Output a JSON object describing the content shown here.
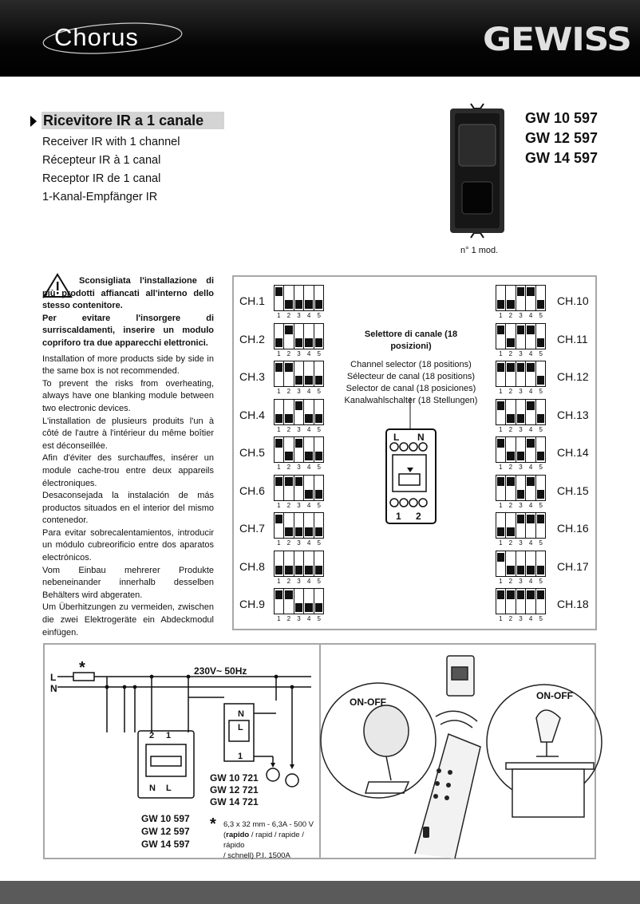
{
  "header": {
    "brand_left": "Chorus",
    "brand_right": "GEWISS"
  },
  "product": {
    "title": "Ricevitore IR a 1 canale",
    "subtitles": [
      "Receiver IR with 1 channel",
      "Récepteur IR à 1 canal",
      "Receptor IR de 1 canal",
      "1-Kanal-Empfänger IR"
    ],
    "codes": [
      "GW 10 597",
      "GW 12 597",
      "GW 14 597"
    ],
    "module_caption": "n° 1 mod."
  },
  "warning": {
    "bold": [
      "Sconsigliata l'installazione di più prodotti affiancati all'interno dello stesso contenitore.",
      "Per evitare l'insorgere di surriscaldamenti, inserire un modulo copriforo tra due apparecchi elettronici."
    ],
    "lines": [
      "Installation of more products side by side in the same box is not recommended.",
      "To prevent the risks from overheating, always have one blanking module between two electronic devices.",
      "L'installation de plusieurs produits l'un à côté de l'autre à l'intérieur du même boîtier est déconseillée.",
      "Afin d'éviter des surchauffes, insérer un module cache-trou entre deux appareils électroniques.",
      "Desaconsejada la instalación de más productos situados en el interior del mismo contenedor.",
      "Para evitar sobrecalentamientos, introducir un módulo cubreorificio entre dos aparatos electrónicos.",
      "Vom Einbau mehrerer Produkte nebeneinander innerhalb desselben Behälters wird abgeraten.",
      "Um Überhitzungen zu vermeiden, zwischen die zwei Elektrogeräte ein Abdeckmodul einfügen."
    ]
  },
  "selector": {
    "title": "Selettore di canale (18 posizioni)",
    "lines": [
      "Channel selector (18 positions)",
      "Sélecteur de canal (18 positions)",
      "Selector de canal (18 posiciones)",
      "Kanalwahlschalter (18 Stellungen)"
    ],
    "switch_numbers": [
      "1",
      "2",
      "3",
      "4",
      "5"
    ],
    "terminal_L": "L",
    "terminal_N": "N",
    "terminal_1": "1",
    "terminal_2": "2"
  },
  "channels_left": [
    {
      "label": "CH.1",
      "bits": [
        1,
        0,
        0,
        0,
        0
      ]
    },
    {
      "label": "CH.2",
      "bits": [
        0,
        1,
        0,
        0,
        0
      ]
    },
    {
      "label": "CH.3",
      "bits": [
        1,
        1,
        0,
        0,
        0
      ]
    },
    {
      "label": "CH.4",
      "bits": [
        0,
        0,
        1,
        0,
        0
      ]
    },
    {
      "label": "CH.5",
      "bits": [
        1,
        0,
        1,
        0,
        0
      ]
    },
    {
      "label": "CH.6",
      "bits": [
        1,
        1,
        1,
        0,
        0
      ]
    },
    {
      "label": "CH.7",
      "bits": [
        1,
        0,
        0,
        0,
        0
      ]
    },
    {
      "label": "CH.8",
      "bits": [
        0,
        0,
        0,
        0,
        0
      ]
    },
    {
      "label": "CH.9",
      "bits": [
        1,
        1,
        0,
        0,
        0
      ]
    }
  ],
  "channels_right": [
    {
      "label": "CH.10",
      "bits": [
        0,
        0,
        1,
        1,
        0
      ]
    },
    {
      "label": "CH.11",
      "bits": [
        1,
        0,
        1,
        1,
        0
      ]
    },
    {
      "label": "CH.12",
      "bits": [
        1,
        1,
        1,
        1,
        0
      ]
    },
    {
      "label": "CH.13",
      "bits": [
        1,
        0,
        0,
        1,
        0
      ]
    },
    {
      "label": "CH.14",
      "bits": [
        1,
        0,
        0,
        1,
        0
      ]
    },
    {
      "label": "CH.15",
      "bits": [
        1,
        1,
        0,
        1,
        0
      ]
    },
    {
      "label": "CH.16",
      "bits": [
        0,
        0,
        1,
        1,
        1
      ]
    },
    {
      "label": "CH.17",
      "bits": [
        1,
        0,
        0,
        0,
        0
      ]
    },
    {
      "label": "CH.18",
      "bits": [
        1,
        1,
        1,
        1,
        1
      ]
    }
  ],
  "wiring": {
    "L": "L",
    "N": "N",
    "fuse_mark": "*",
    "supply": "230V~ 50Hz",
    "rx_codes": [
      "GW 10 597",
      "GW 12 597",
      "GW 14 597"
    ],
    "act_codes": [
      "GW 10 721",
      "GW 12 721",
      "GW 14 721"
    ],
    "act_N": "N",
    "act_L": "L",
    "act_1": "1",
    "rx_2": "2",
    "rx_1": "1",
    "rx_N": "N",
    "rx_L": "L",
    "fuse_note": "6,3 x 32 mm - 6,3A - 500 V",
    "fuse_note_bold": "rapido",
    "fuse_note_2": " / rapid / rapide / rápido",
    "fuse_note_3": "/ schnell) P.I.   1500A"
  },
  "illustration": {
    "left_label": "ON-OFF",
    "right_label": "ON-OFF"
  }
}
